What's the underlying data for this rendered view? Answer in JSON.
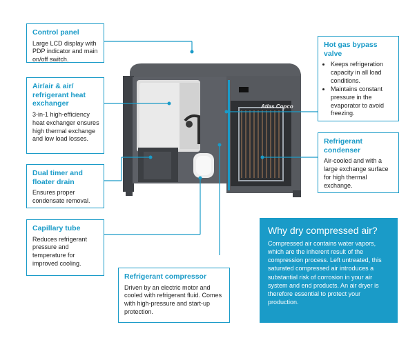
{
  "callouts": {
    "control_panel": {
      "title": "Control panel",
      "text": "Large LCD display with PDP indicator and main on/off switch."
    },
    "heat_exchanger": {
      "title": "Air/air & air/ refrigerant heat exchanger",
      "text": "3-in-1 high-efficiency heat exchanger ensures high thermal exchange and low load losses."
    },
    "dual_timer": {
      "title": "Dual timer and floater drain",
      "text": "Ensures proper condensate removal."
    },
    "capillary_tube": {
      "title": "Capillary tube",
      "text": "Reduces refrigerant pressure and temperature for improved cooling."
    },
    "refrigerant_compressor": {
      "title": "Refrigerant compressor",
      "text": "Driven by an electric motor and cooled with refrigerant fluid. Comes with high-pressure  and start-up protection."
    },
    "hot_gas_bypass": {
      "title": "Hot gas bypass valve",
      "bullets": [
        "Keeps refrigeration capacity in all load conditions.",
        "Maintains constant pressure in the evaporator to avoid freezing."
      ]
    },
    "refrigerant_condenser": {
      "title": "Refrigerant condenser",
      "text": "Air-cooled and with a large exchange surface for high thermal exchange."
    }
  },
  "why_box": {
    "title": "Why dry compressed air?",
    "text": "Compressed air contains water vapors, which are the inherent result of the compression process. Left untreated, this saturated compressed air introduces a substantial risk of corrosion in your air system and end products. An air dryer is therefore essential to protect your production."
  },
  "product": {
    "brand": "Atlas Copco"
  },
  "colors": {
    "accent": "#1a9bc8",
    "cabinet": "#4a4d52"
  }
}
